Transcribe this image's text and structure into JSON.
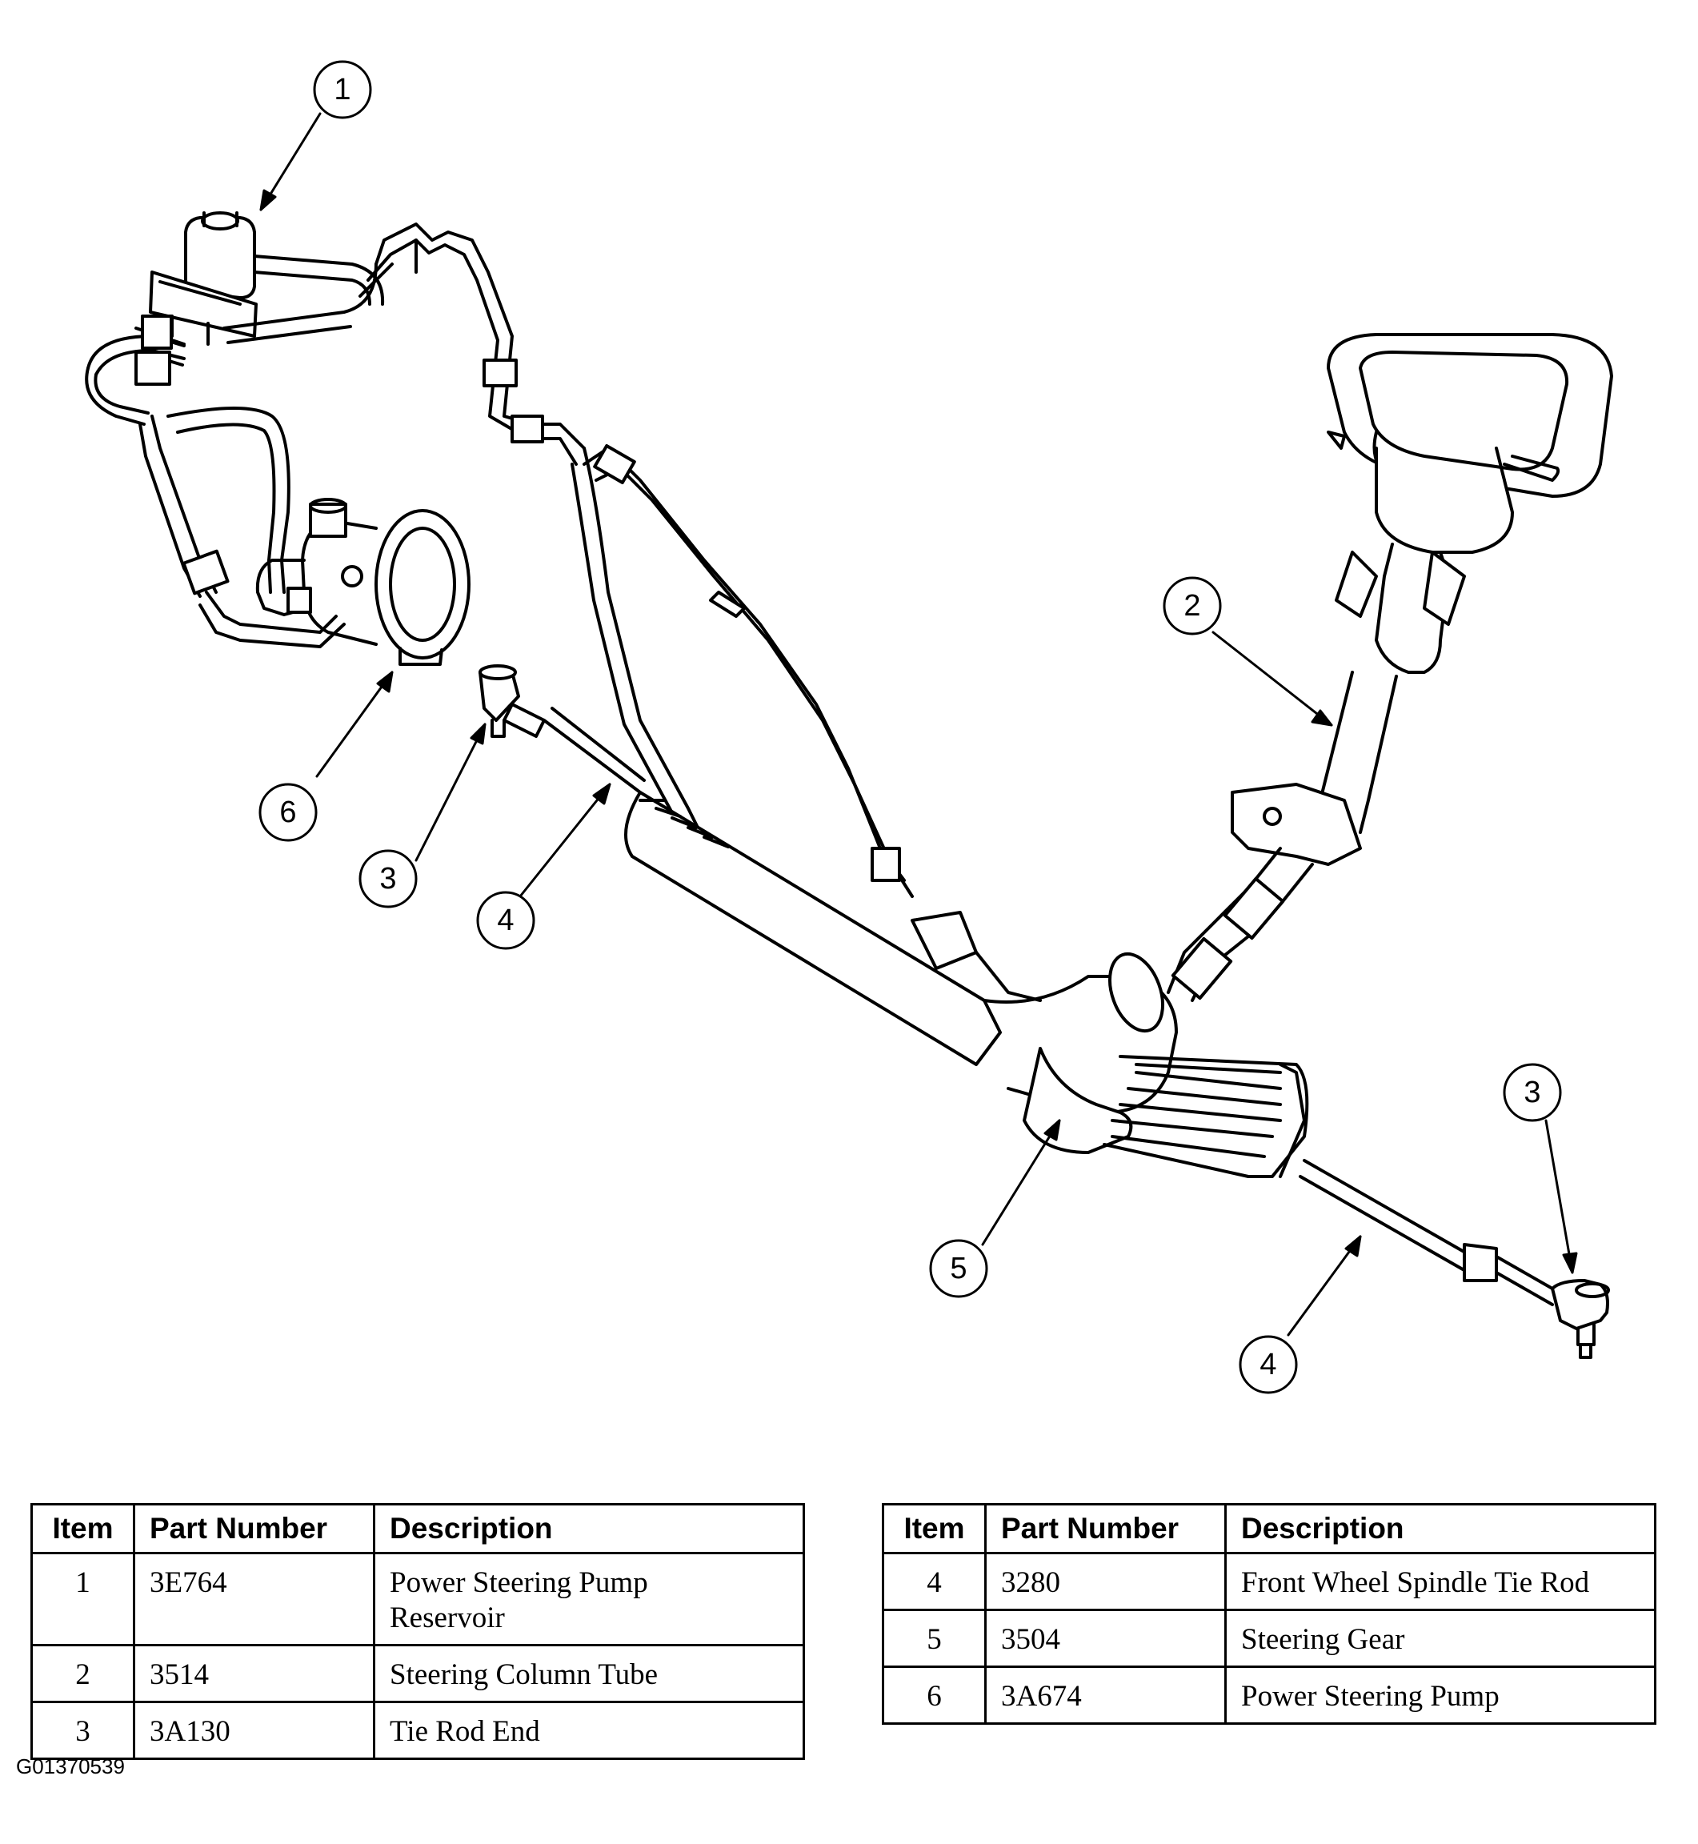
{
  "callouts": [
    "1",
    "2",
    "3",
    "3",
    "4",
    "4",
    "5",
    "6"
  ],
  "table_headers": {
    "item": "Item",
    "part_number": "Part Number",
    "description": "Description"
  },
  "table_left": [
    {
      "item": "1",
      "part_number": "3E764",
      "description_line1": "Power Steering Pump",
      "description_line2": "Reservoir"
    },
    {
      "item": "2",
      "part_number": "3514",
      "description_line1": "Steering Column Tube",
      "description_line2": ""
    },
    {
      "item": "3",
      "part_number": "3A130",
      "description_line1": "Tie Rod End",
      "description_line2": ""
    }
  ],
  "table_right": [
    {
      "item": "4",
      "part_number": "3280",
      "description": "Front Wheel Spindle Tie Rod"
    },
    {
      "item": "5",
      "part_number": "3504",
      "description": "Steering Gear"
    },
    {
      "item": "6",
      "part_number": "3A674",
      "description": "Power Steering Pump"
    }
  ],
  "figure_id": "G01370539",
  "colors": {
    "ink": "#000000",
    "paper": "#ffffff"
  }
}
